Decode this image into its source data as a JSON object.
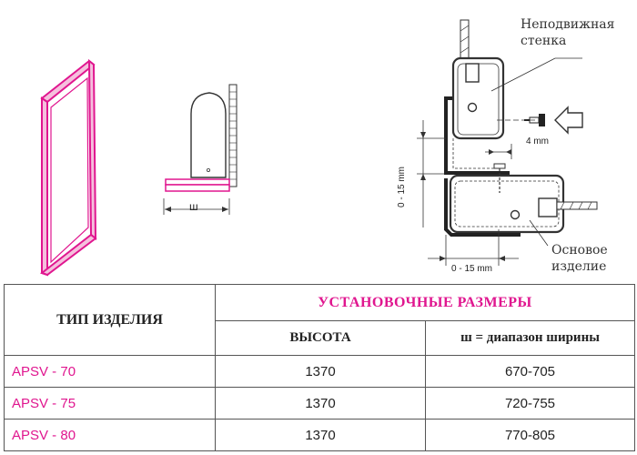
{
  "labels": {
    "fixed_wall": "Неподвижная стенка",
    "base_product": "Основое изделие",
    "width_symbol": "ш",
    "gap_4mm": "4 mm",
    "range_vertical": "0 - 15 mm",
    "range_horizontal": "0 - 15 mm"
  },
  "table": {
    "header_type": "ТИП ИЗДЕЛИЯ",
    "header_main": "УСТАНОВОЧНЫЕ РАЗМЕРЫ",
    "col_height": "ВЫСОТА",
    "col_width": "ш = диапазон ширины",
    "rows": [
      {
        "model": "APSV - 70",
        "height": "1370",
        "width": "670-705"
      },
      {
        "model": "APSV - 75",
        "height": "1370",
        "width": "720-755"
      },
      {
        "model": "APSV - 80",
        "height": "1370",
        "width": "770-805"
      }
    ]
  },
  "colors": {
    "accent": "#e0168f",
    "line": "#333333",
    "border": "#555555"
  }
}
